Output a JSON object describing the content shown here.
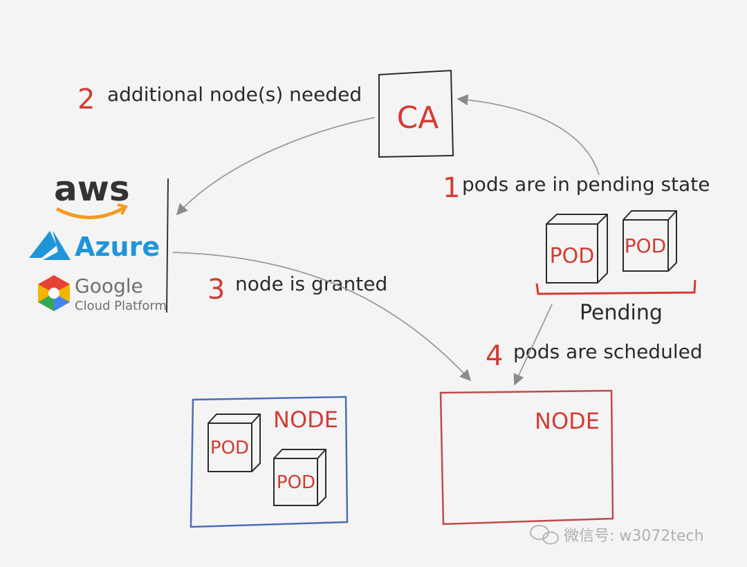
{
  "ca": {
    "label": "CA"
  },
  "steps": {
    "s1": {
      "num": "1",
      "text": "pods are in pending state"
    },
    "s2": {
      "num": "2",
      "text": "additional node(s) needed"
    },
    "s3": {
      "num": "3",
      "text": "node is granted"
    },
    "s4": {
      "num": "4",
      "text": "pods are scheduled"
    }
  },
  "pending": {
    "label": "Pending",
    "pods": [
      "POD",
      "POD"
    ]
  },
  "node_left": {
    "label": "NODE",
    "pods": [
      "POD",
      "POD"
    ]
  },
  "node_right": {
    "label": "NODE"
  },
  "providers": {
    "aws": "aws",
    "azure": "Azure",
    "google": "Google",
    "google_sub": "Cloud Platform"
  },
  "watermark": "微信号: w3072tech",
  "colors": {
    "red": "#d43b32",
    "ink": "#2a2a2a",
    "blue": "#4a6db5",
    "node_red": "#c0494a",
    "arrow": "#9a9a9a",
    "aws_orange": "#f29b20",
    "azure_blue": "#1f95d8",
    "google_gray": "#6f6f6f"
  }
}
